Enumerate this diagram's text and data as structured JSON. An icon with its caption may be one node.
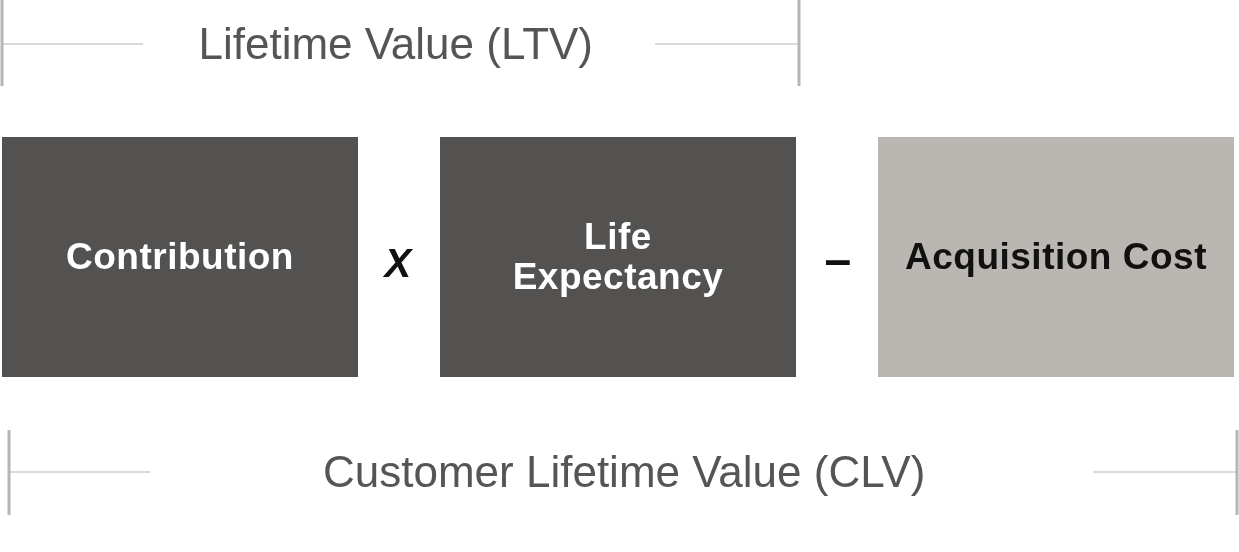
{
  "diagram": {
    "nodes": [
      {
        "text": [
          "Contribution"
        ]
      },
      {
        "text": [
          "Life Expectancy"
        ]
      },
      {
        "text": [
          "Acquisition Cost"
        ]
      }
    ],
    "labels": [
      "Lifetime Value (LTV)",
      "X",
      "–",
      "Customer Lifetime Value (CLV)"
    ]
  }
}
